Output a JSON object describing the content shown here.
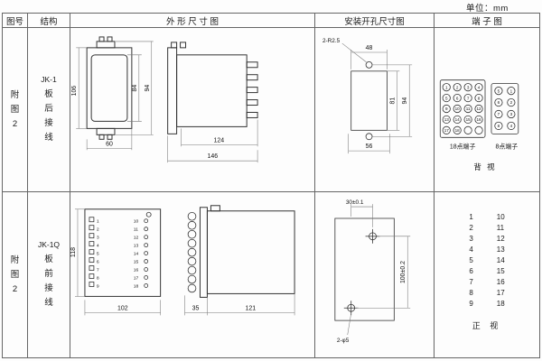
{
  "unit_label": "单位：mm",
  "headers": {
    "fig_no": "图号",
    "structure": "结构",
    "outline": "外 形 尺 寸 图",
    "mounting": "安装开孔尺寸图",
    "terminal": "端 子 图"
  },
  "row1": {
    "fig": "附图2",
    "model": "JK-1",
    "wiring": "板后接线",
    "front": {
      "h_outer": "106",
      "h_inner": "84",
      "h_total": "94",
      "w_bottom": "60"
    },
    "side": {
      "w_inner": "124",
      "w_total": "146"
    },
    "mounting": {
      "radius_note": "2-R2.5",
      "w_top": "48",
      "h_inner": "81",
      "h_total": "94",
      "w_bottom": "56"
    },
    "terminal": {
      "t18_label": "18点端子",
      "t8_label": "8点端子",
      "view_label": "背 视",
      "t18": [
        "1",
        "2",
        "3",
        "4",
        "5",
        "6",
        "7",
        "8",
        "9",
        "10",
        "11",
        "12",
        "13",
        "14",
        "15",
        "16",
        "17",
        "18"
      ],
      "t8": [
        "5",
        "1",
        "6",
        "2",
        "7",
        "3",
        "8",
        "4"
      ]
    }
  },
  "row2": {
    "fig": "附图2",
    "model": "JK-1Q",
    "wiring": "板前接线",
    "front": {
      "h_left": "118",
      "w_bottom": "102",
      "left_terms": [
        "1",
        "2",
        "3",
        "4",
        "5",
        "6",
        "7",
        "8",
        "9"
      ],
      "right_terms": [
        "10",
        "11",
        "12",
        "13",
        "14",
        "15",
        "16",
        "17",
        "18"
      ]
    },
    "side": {
      "w_front": "35",
      "w_body": "121"
    },
    "mounting": {
      "w_top": "30±0.1",
      "h_right": "100±0.2",
      "holes_note": "2-φ5"
    },
    "terminal": {
      "left": [
        "1",
        "2",
        "3",
        "4",
        "5",
        "6",
        "7",
        "8",
        "9"
      ],
      "right": [
        "10",
        "11",
        "12",
        "13",
        "14",
        "15",
        "16",
        "17",
        "18"
      ],
      "view_label": "正 视"
    }
  }
}
